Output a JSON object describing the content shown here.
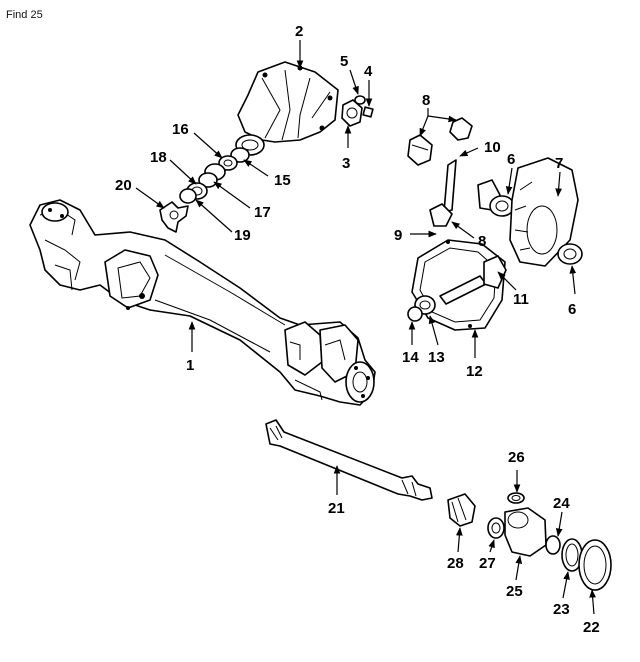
{
  "header": {
    "label": "Find 25"
  },
  "callouts": [
    "1",
    "2",
    "3",
    "4",
    "5",
    "6",
    "6",
    "7",
    "8",
    "8",
    "9",
    "10",
    "11",
    "12",
    "13",
    "14",
    "15",
    "16",
    "17",
    "18",
    "19",
    "20",
    "21",
    "22",
    "23",
    "24",
    "25",
    "26",
    "27",
    "28"
  ]
}
